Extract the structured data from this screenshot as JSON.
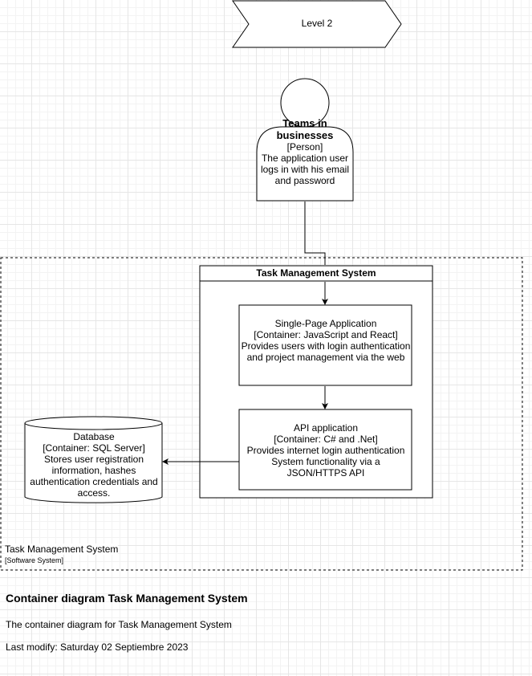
{
  "level": "Level 2",
  "person": {
    "name": "Teams in businesses",
    "type": "[Person]",
    "description": "The application user logs in with his email and password"
  },
  "system_container": {
    "title": "Task Management System"
  },
  "spa": {
    "name": "Single-Page Application",
    "technology": "[Container: JavaScript and React]",
    "description": "Provides users with login authentication and project management via the web"
  },
  "api": {
    "name": "API application",
    "technology": "[Container: C# and .Net]",
    "description": "Provides internet login authentication System functionality via a JSON/HTTPS API"
  },
  "database": {
    "name": "Database",
    "technology": "[Container: SQL Server]",
    "description": "Stores user registration information, hashes authentication credentials and access."
  },
  "boundary": {
    "name": "Task Management System",
    "type": "[Software System]"
  },
  "footer": {
    "title": "Container diagram Task Management System",
    "description": "The container diagram for Task Management System",
    "last_modify": "Last modify: Saturday 02 Septiembre 2023"
  }
}
